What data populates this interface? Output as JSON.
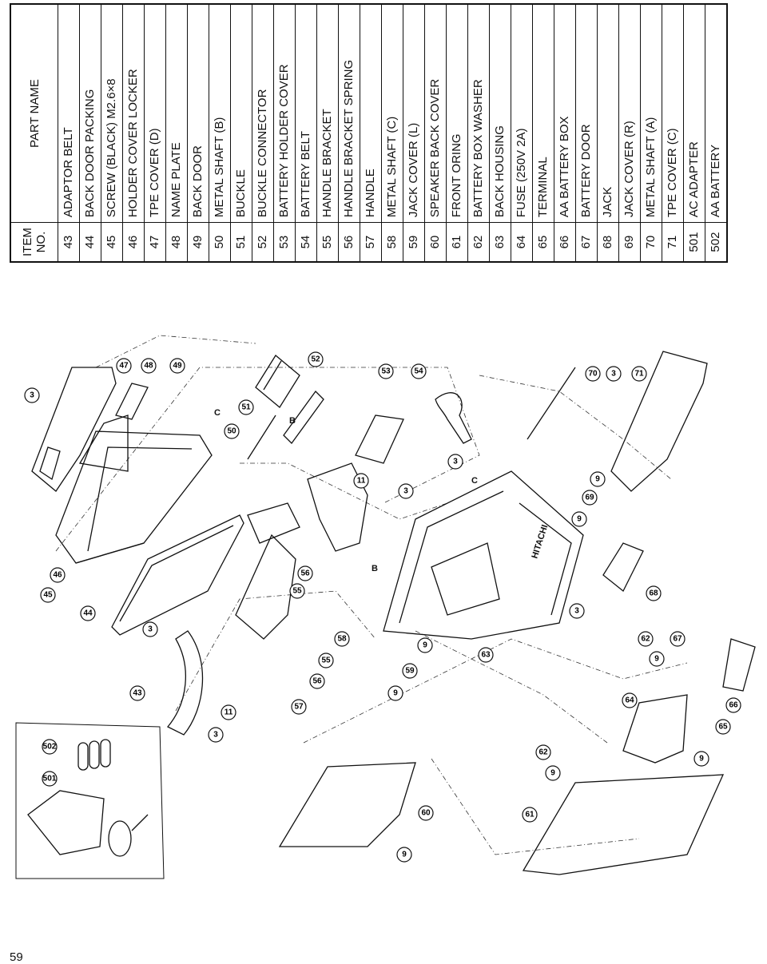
{
  "table": {
    "header_item": "ITEM\nNO.",
    "header_item_l1": "ITEM",
    "header_item_l2": "NO.",
    "header_name": "PART NAME",
    "rows": [
      {
        "item": "43",
        "name": "ADAPTOR BELT"
      },
      {
        "item": "44",
        "name": "BACK DOOR PACKING"
      },
      {
        "item": "45",
        "name": "SCREW (BLACK) M2.6×8"
      },
      {
        "item": "46",
        "name": "HOLDER COVER LOCKER"
      },
      {
        "item": "47",
        "name": "TPE COVER (D)"
      },
      {
        "item": "48",
        "name": "NAME PLATE"
      },
      {
        "item": "49",
        "name": "BACK DOOR"
      },
      {
        "item": "50",
        "name": "METAL SHAFT (B)"
      },
      {
        "item": "51",
        "name": "BUCKLE"
      },
      {
        "item": "52",
        "name": "BUCKLE CONNECTOR"
      },
      {
        "item": "53",
        "name": "BATTERY HOLDER COVER"
      },
      {
        "item": "54",
        "name": "BATTERY BELT"
      },
      {
        "item": "55",
        "name": "HANDLE BRACKET"
      },
      {
        "item": "56",
        "name": "HANDLE BRACKET SPRING"
      },
      {
        "item": "57",
        "name": "HANDLE"
      },
      {
        "item": "58",
        "name": "METAL SHAFT (C)"
      },
      {
        "item": "59",
        "name": "JACK COVER (L)"
      },
      {
        "item": "60",
        "name": "SPEAKER BACK COVER"
      },
      {
        "item": "61",
        "name": "FRONT ORING"
      },
      {
        "item": "62",
        "name": "BATTERY BOX WASHER"
      },
      {
        "item": "63",
        "name": "BACK HOUSING"
      },
      {
        "item": "64",
        "name": "FUSE (250V 2A)"
      },
      {
        "item": "65",
        "name": "TERMINAL"
      },
      {
        "item": "66",
        "name": "AA BATTERY BOX"
      },
      {
        "item": "67",
        "name": "BATTERY DOOR"
      },
      {
        "item": "68",
        "name": "JACK"
      },
      {
        "item": "69",
        "name": "JACK COVER (R)"
      },
      {
        "item": "70",
        "name": "METAL SHAFT (A)"
      },
      {
        "item": "71",
        "name": "TPE COVER (C)"
      },
      {
        "item": "501",
        "name": "AC ADAPTER"
      },
      {
        "item": "502",
        "name": "AA BATTERY"
      }
    ]
  },
  "diagram": {
    "brand": "HITACHI",
    "ref_letters": [
      "C",
      "B",
      "B",
      "C"
    ],
    "callouts": [
      "3",
      "47",
      "48",
      "49",
      "50",
      "51",
      "52",
      "53",
      "54",
      "11",
      "3",
      "3",
      "46",
      "45",
      "44",
      "3",
      "43",
      "11",
      "3",
      "56",
      "55",
      "55",
      "56",
      "57",
      "58",
      "B",
      "9",
      "59",
      "9",
      "63",
      "3",
      "62",
      "9",
      "67",
      "66",
      "64",
      "65",
      "9",
      "62",
      "9",
      "61",
      "60",
      "9",
      "9",
      "69",
      "9",
      "C",
      "70",
      "3",
      "71",
      "68",
      "502",
      "501"
    ]
  },
  "page": {
    "number": "59"
  }
}
